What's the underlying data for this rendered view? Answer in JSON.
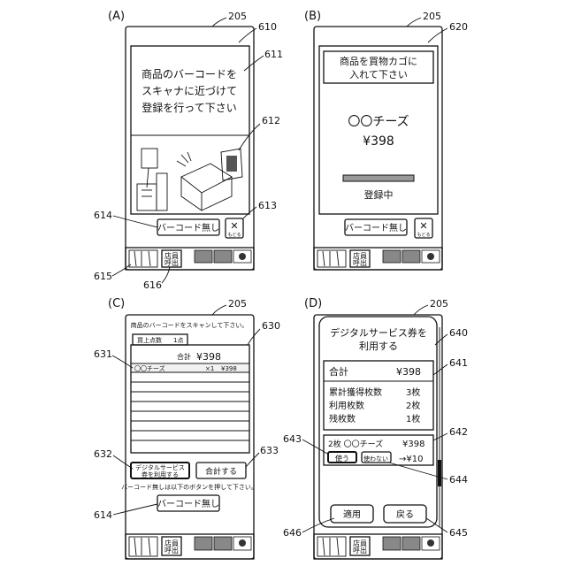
{
  "panels": {
    "a": {
      "label": "(A)",
      "ref_device": "205",
      "ref_screen": "610",
      "ref_message": "611",
      "ref_illustration": "612",
      "ref_close": "613",
      "ref_no_barcode": "614",
      "ref_taskbar": "615",
      "ref_staff_call": "616",
      "message_lines": [
        "商品のバーコードを",
        "スキャナに近づけて",
        "登録を行って下さい"
      ],
      "no_barcode_button": "バーコード無し",
      "close_label": "もどる",
      "staff_call": [
        "店員",
        "呼出"
      ]
    },
    "b": {
      "label": "(B)",
      "ref_device": "205",
      "ref_screen": "620",
      "message_lines": [
        "商品を買物カゴに",
        "入れて下さい"
      ],
      "product_name": "〇〇チーズ",
      "price": "¥398",
      "status": "登録中",
      "no_barcode_button": "バーコード無し",
      "close_label": "もどる",
      "staff_call": [
        "店員",
        "呼出"
      ]
    },
    "c": {
      "label": "(C)",
      "ref_device": "205",
      "ref_screen": "630",
      "ref_list": "631",
      "ref_digital_button": "632",
      "ref_total_button": "633",
      "ref_no_barcode": "614",
      "instruction": "商品のバーコードをスキャンして下さい。",
      "tab_label": "買上点数",
      "tab_count": "1点",
      "total_label": "合計",
      "total_value": "¥398",
      "items": [
        {
          "name": "〇〇チーズ",
          "qty": "×1",
          "price": "¥398"
        }
      ],
      "digital_button_lines": [
        "デジタルサービス",
        "券を利用する"
      ],
      "total_button": "合計する",
      "no_barcode_hint": "バーコード無しは以下のボタンを押して下さい。",
      "no_barcode_button": "バーコード無し",
      "staff_call": [
        "店員",
        "呼出"
      ]
    },
    "d": {
      "label": "(D)",
      "ref_device": "205",
      "ref_dialog": "640",
      "ref_summary": "641",
      "ref_item": "642",
      "ref_use_button": "643",
      "ref_not_use_button": "644",
      "ref_back_button": "645",
      "ref_apply_button": "646",
      "title_lines": [
        "デジタルサービス券を",
        "利用する"
      ],
      "total_label": "合計",
      "total_value": "¥398",
      "stats": [
        {
          "label": "累計獲得枚数",
          "value": "3枚"
        },
        {
          "label": "利用枚数",
          "value": "2枚"
        },
        {
          "label": "残枚数",
          "value": "1枚"
        }
      ],
      "item_line": "2枚 〇〇チーズ",
      "item_price": "¥398",
      "use_button": "使う",
      "not_use_button": "使わない",
      "discount": "→¥10",
      "apply_button": "適用",
      "back_button": "戻る",
      "staff_call": [
        "店員",
        "呼出"
      ]
    }
  }
}
